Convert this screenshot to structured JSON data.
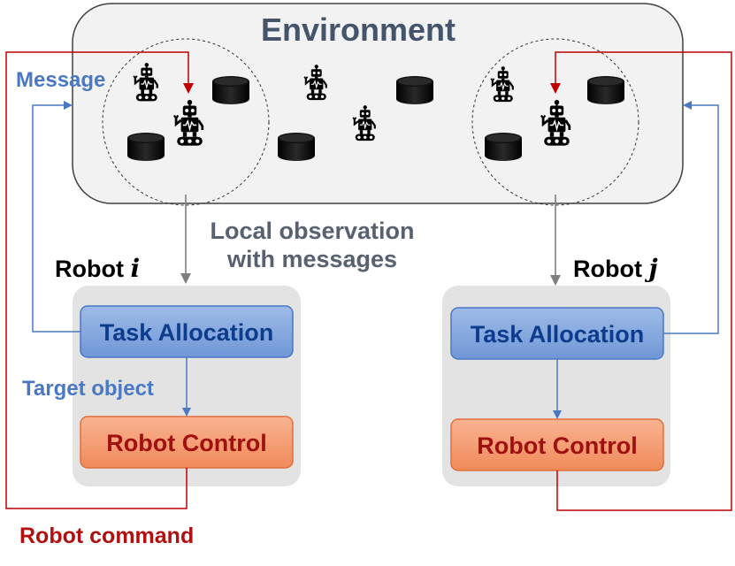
{
  "environment": {
    "title": "Environment"
  },
  "labels": {
    "message": "Message",
    "local_observation_line1": "Local observation",
    "local_observation_line2": "with messages",
    "target_object": "Target object",
    "robot_command": "Robot command"
  },
  "robot_i": {
    "name": "Robot",
    "index": "i",
    "task_allocation": "Task Allocation",
    "robot_control": "Robot Control"
  },
  "robot_j": {
    "name": "Robot",
    "index": "j",
    "task_allocation": "Task Allocation",
    "robot_control": "Robot Control"
  },
  "colors": {
    "message_blue": "#4a78c4",
    "command_red": "#c00000",
    "observation_gray": "#7f7f7f",
    "task_allocation_fill": "#7da1dc",
    "robot_control_fill": "#f4976b",
    "robot_group_fill": "#e3e3e3"
  },
  "icons": [
    "robot-icon",
    "object-cylinder-icon"
  ]
}
